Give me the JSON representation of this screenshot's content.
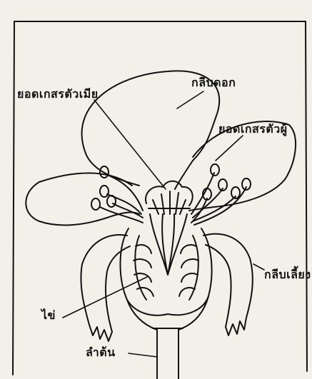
{
  "diagram": {
    "labels": {
      "stigma": "ยอดเกสรตัวเมีย",
      "petal": "กลีบดอก",
      "anther": "ยอดเกสรตัวผู้",
      "sepal": "กลีบเลี้ยง",
      "ovule": "ไข่",
      "stem": "ลำต้น"
    }
  }
}
